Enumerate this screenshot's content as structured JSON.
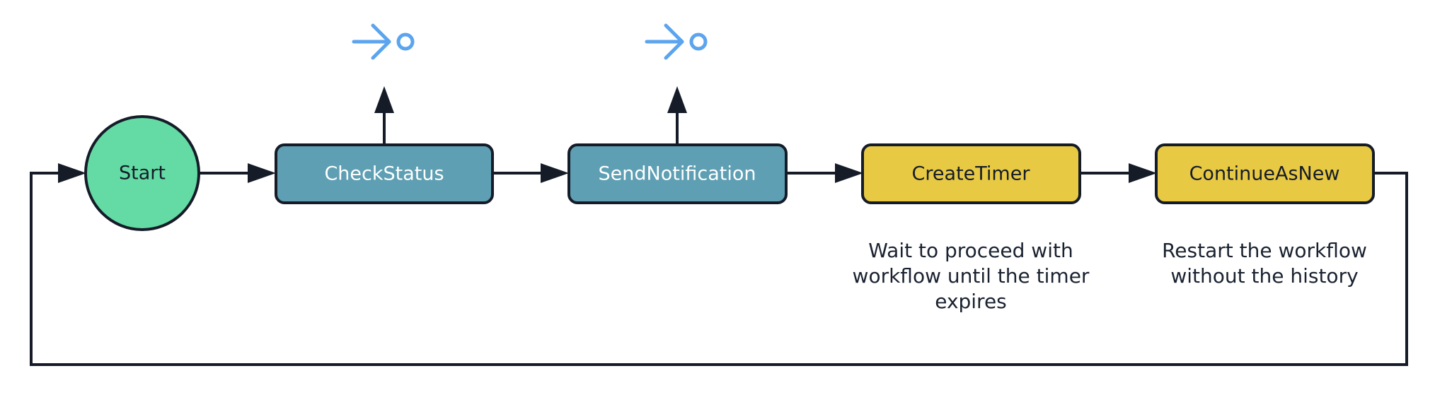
{
  "colors": {
    "stroke": "#151c28",
    "start_fill": "#64dba4",
    "activity_fill": "#5e9fb3",
    "timer_fill": "#e8c943",
    "activity_text": "#ffffff",
    "dark_text": "#151c28",
    "icon": "#5ba4ee"
  },
  "nodes": {
    "start": {
      "label": "Start",
      "shape": "circle"
    },
    "check_status": {
      "label": "CheckStatus",
      "shape": "rounded-rect",
      "kind": "activity"
    },
    "send_notification": {
      "label": "SendNotification",
      "shape": "rounded-rect",
      "kind": "activity"
    },
    "create_timer": {
      "label": "CreateTimer",
      "shape": "rounded-rect",
      "kind": "timer"
    },
    "continue_as_new": {
      "label": "ContinueAsNew",
      "shape": "rounded-rect",
      "kind": "timer"
    }
  },
  "notes": {
    "create_timer": [
      "Wait to proceed with",
      "workflow until the timer",
      "expires"
    ],
    "continue_as_new": [
      "Restart the workflow",
      "without the history"
    ]
  },
  "icons": {
    "activity_output": "arrow-to-circle-icon"
  }
}
